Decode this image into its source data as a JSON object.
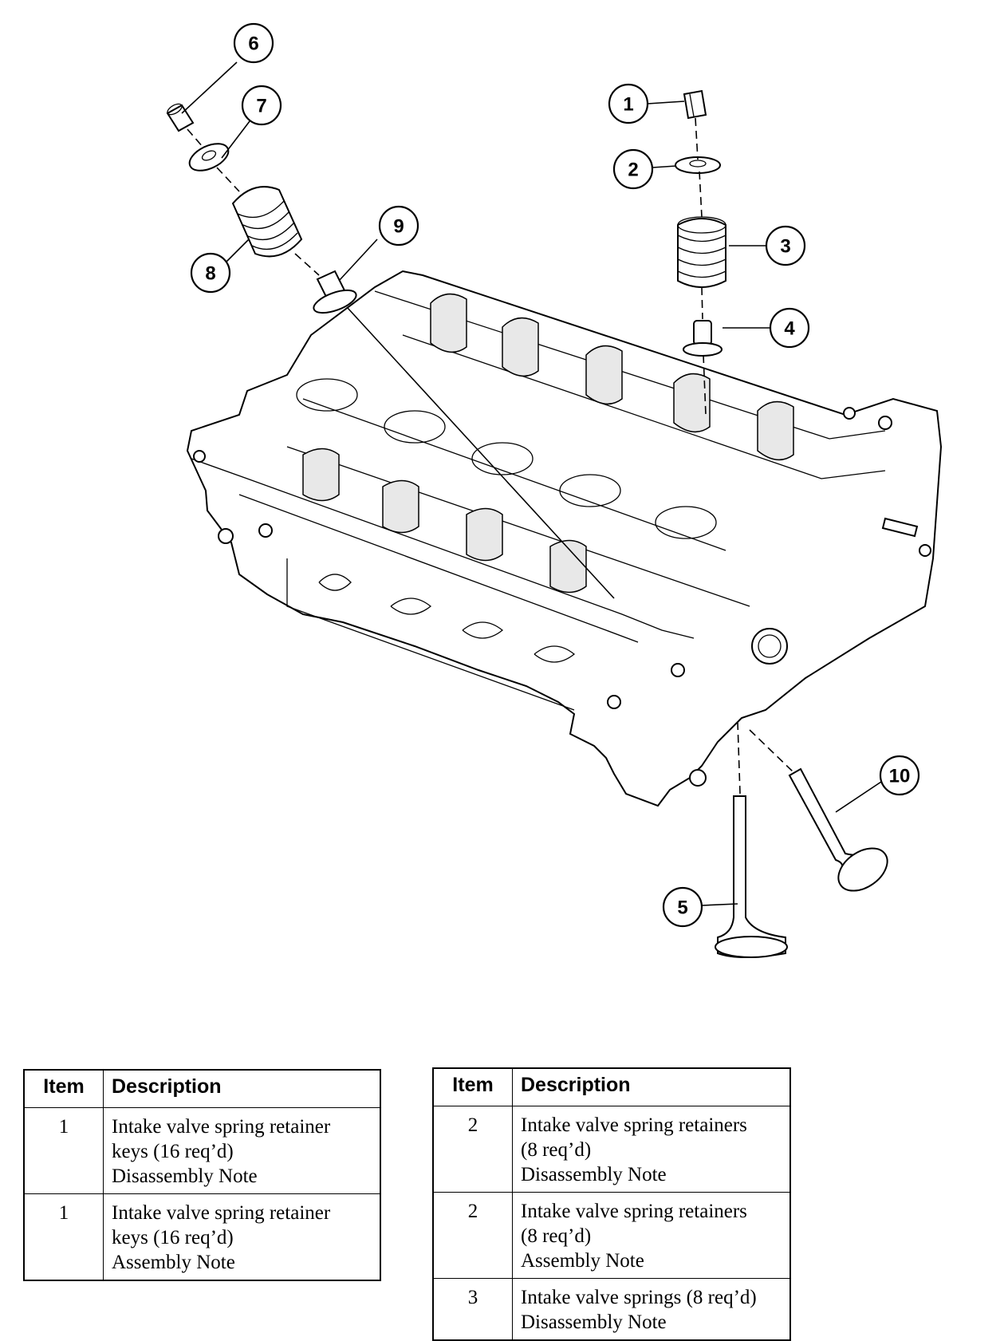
{
  "callouts": [
    "1",
    "2",
    "3",
    "4",
    "5",
    "6",
    "7",
    "8",
    "9",
    "10"
  ],
  "tables": {
    "left": {
      "headers": {
        "item": "Item",
        "description": "Description"
      },
      "rows": [
        {
          "item": "1",
          "line1": "Intake valve spring retainer",
          "line2": "keys (16 req’d)",
          "line3": "Disassembly Note"
        },
        {
          "item": "1",
          "line1": "Intake valve spring retainer",
          "line2": "keys (16 req’d)",
          "line3": "Assembly Note"
        }
      ]
    },
    "right": {
      "headers": {
        "item": "Item",
        "description": "Description"
      },
      "rows": [
        {
          "item": "2",
          "line1": "Intake valve spring retainers",
          "line2": "(8 req’d)",
          "line3": "Disassembly Note"
        },
        {
          "item": "2",
          "line1": "Intake valve spring retainers",
          "line2": "(8 req’d)",
          "line3": "Assembly Note"
        },
        {
          "item": "3",
          "line1": "Intake valve springs (8 req’d)",
          "line2": "Disassembly Note"
        }
      ]
    }
  }
}
